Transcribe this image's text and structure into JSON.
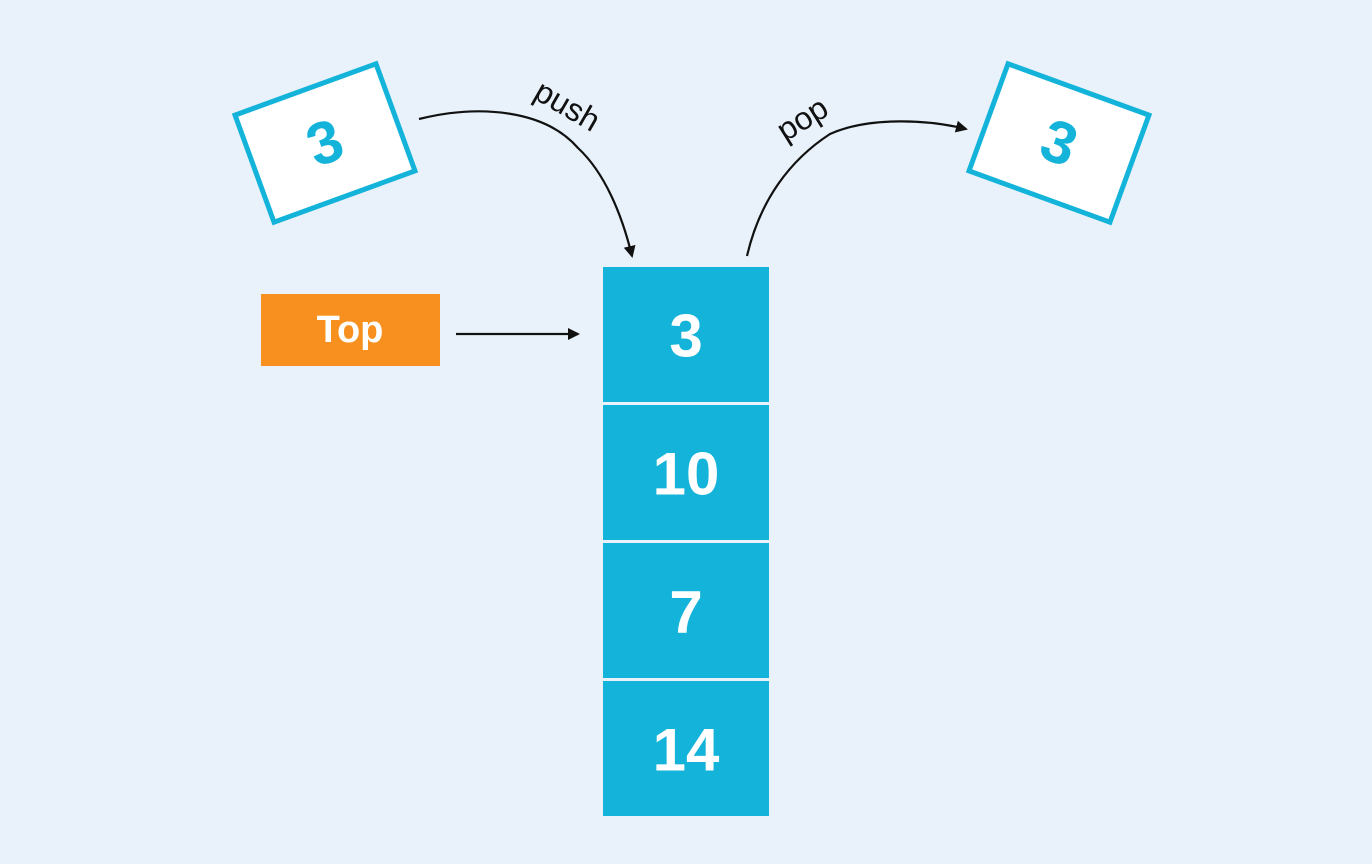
{
  "colors": {
    "background": "#e9f2fb",
    "stack_fill": "#13b3da",
    "stack_divider": "#ffffff",
    "box_border": "#13b3da",
    "box_fill": "#ffffff",
    "top_fill": "#f7901e",
    "text_light": "#ffffff",
    "text_accent": "#13b3da",
    "arrow": "#111111"
  },
  "push": {
    "label": "push",
    "element": "3"
  },
  "pop": {
    "label": "pop",
    "element": "3"
  },
  "top_pointer": {
    "label": "Top"
  },
  "stack": {
    "items": [
      "3",
      "10",
      "7",
      "14"
    ]
  }
}
